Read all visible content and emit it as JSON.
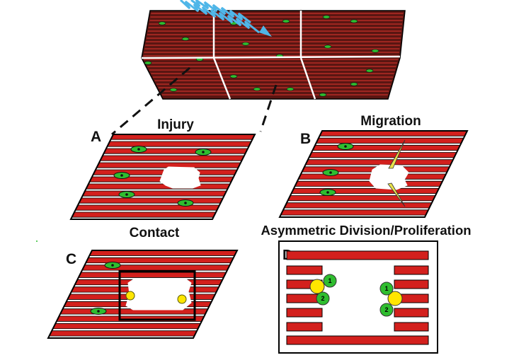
{
  "panels": {
    "a": {
      "letter": "A",
      "title": "Injury"
    },
    "b": {
      "letter": "B",
      "title": "Migration"
    },
    "c": {
      "letter": "C",
      "title": "Contact"
    },
    "d": {
      "letter": "D",
      "title": "Asymmetric Division/Proliferation"
    }
  },
  "cells": {
    "daughter_1": "1",
    "daughter_2": "2"
  },
  "colors": {
    "fiber": "#d3201d",
    "tissue_top": "#5a1612",
    "satellite_cell": "#2fbd2f",
    "dividing_cell": "#ffe600",
    "signal": "#4fb6e8",
    "outline": "#000000"
  },
  "icons": {
    "injury_signal": "zigzag-arrow-icon",
    "satellite_cell": "spindle-cell-icon",
    "migration_track": "needle-streak-icon"
  }
}
